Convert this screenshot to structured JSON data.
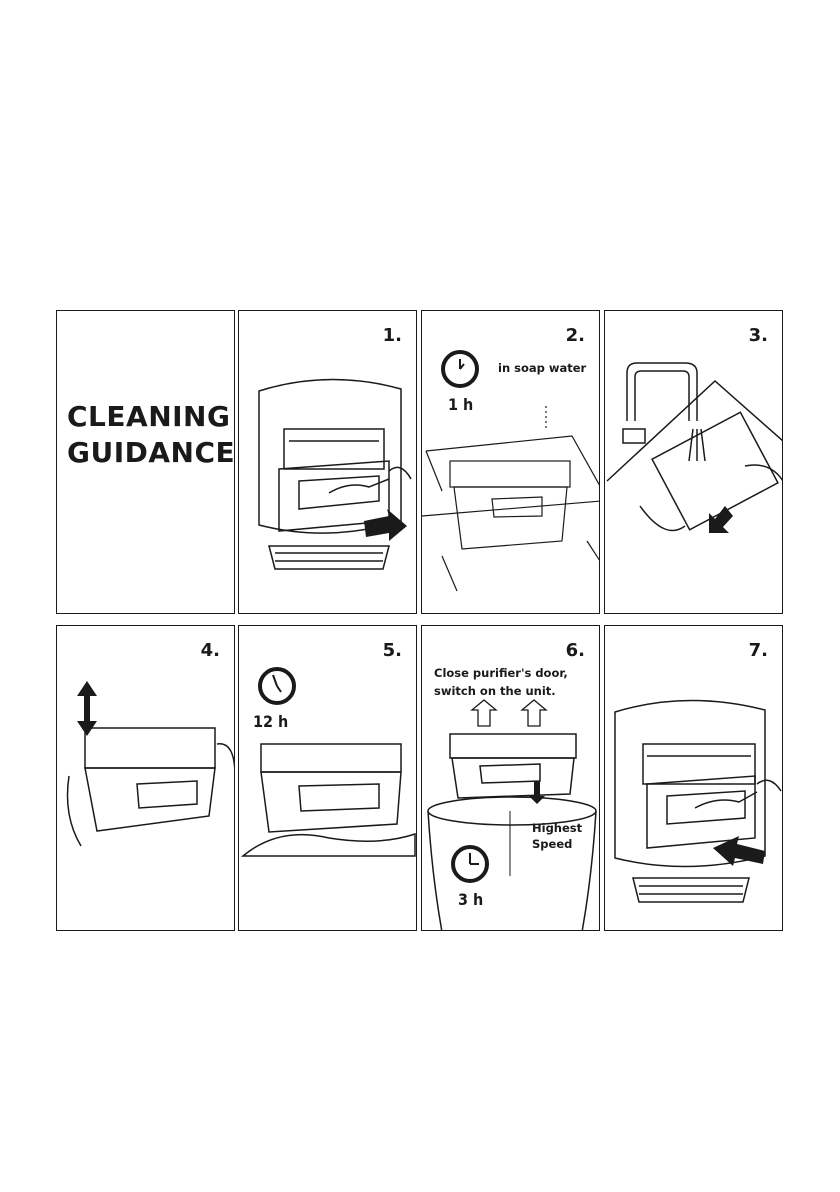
{
  "title": {
    "line1": "CLEANING",
    "line2": "GUIDANCE"
  },
  "steps": [
    {
      "number": "1."
    },
    {
      "number": "2.",
      "duration": "1 h",
      "note": "in soap water"
    },
    {
      "number": "3."
    },
    {
      "number": "4."
    },
    {
      "number": "5.",
      "duration": "12 h"
    },
    {
      "number": "6.",
      "note_line1": "Close purifier's door,",
      "note_line2": "switch on the unit.",
      "speed_line1": "Highest",
      "speed_line2": "Speed",
      "duration": "3 h"
    },
    {
      "number": "7."
    }
  ],
  "icons": {
    "clock": "clock-icon",
    "pull": "arrow-right-icon",
    "push": "arrow-left-icon",
    "shake": "double-arrow-icon",
    "air": "up-arrow-icon"
  },
  "colors": {
    "line": "#1a1a1a",
    "background": "#ffffff"
  }
}
